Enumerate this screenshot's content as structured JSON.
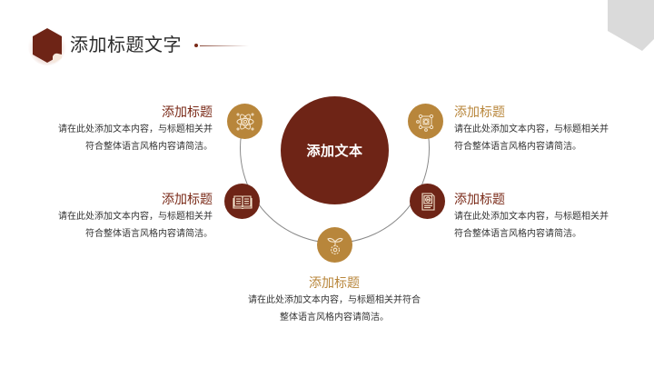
{
  "header": {
    "title": "添加标题文字"
  },
  "center": {
    "label": "添加文本"
  },
  "colors": {
    "maroon": "#6e2416",
    "gold": "#b8863b",
    "text": "#333333",
    "corner_gray": "#dadada"
  },
  "items": [
    {
      "position": "top-left",
      "icon": "atom-network-icon",
      "title": "添加标题",
      "title_color": "#7a2a18",
      "body_line1": "请在此处添加文本内容，与标题相关并",
      "body_line2": "符合整体语言风格内容请简洁。"
    },
    {
      "position": "middle-left",
      "icon": "open-book-icon",
      "title": "添加标题",
      "title_color": "#7a2a18",
      "body_line1": "请在此处添加文本内容，与标题相关并",
      "body_line2": "符合整体语言风格内容请简洁。"
    },
    {
      "position": "bottom",
      "icon": "sprout-gear-icon",
      "title": "添加标题",
      "title_color": "#b8863b",
      "body_line1": "请在此处添加文本内容，与标题相关并符合",
      "body_line2": "整体语言风格内容请简洁。"
    },
    {
      "position": "top-right",
      "icon": "node-diagram-icon",
      "title": "添加标题",
      "title_color": "#b8863b",
      "body_line1": "请在此处添加文本内容，与标题相关并",
      "body_line2": "符合整体语言风格内容请简洁。"
    },
    {
      "position": "middle-right",
      "icon": "certificate-document-icon",
      "title": "添加标题",
      "title_color": "#7a2a18",
      "body_line1": "请在此处添加文本内容，与标题相关并",
      "body_line2": "符合整体语言风格内容请简洁。"
    }
  ]
}
